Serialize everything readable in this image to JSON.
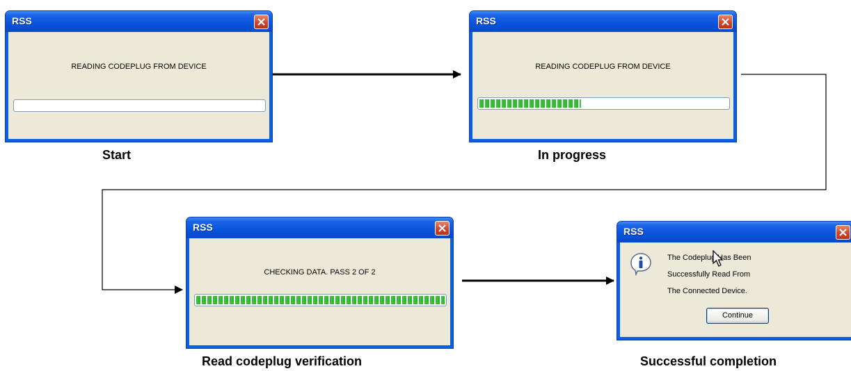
{
  "dialogs": {
    "start": {
      "title": "RSS",
      "message": "READING CODEPLUG FROM DEVICE",
      "progress": 0
    },
    "in_progress": {
      "title": "RSS",
      "message": "READING CODEPLUG FROM DEVICE",
      "progress": 0.41
    },
    "verification": {
      "title": "RSS",
      "message": "CHECKING DATA. PASS 2 OF 2",
      "progress": 1.0
    },
    "complete": {
      "title": "RSS",
      "message_line1": "The Codeplug Has Been",
      "message_line2": "Successfully Read From",
      "message_line3": "The Connected Device.",
      "button_label": "Continue",
      "icon": "info-icon"
    }
  },
  "captions": {
    "start": "Start",
    "in_progress": "In progress",
    "verification": "Read codeplug verification",
    "complete": "Successful completion"
  },
  "colors": {
    "titlebar": "#0a55de",
    "close_button": "#d1462c",
    "dialog_body": "#ece9d8",
    "progress_fill": "#3ec53e"
  }
}
